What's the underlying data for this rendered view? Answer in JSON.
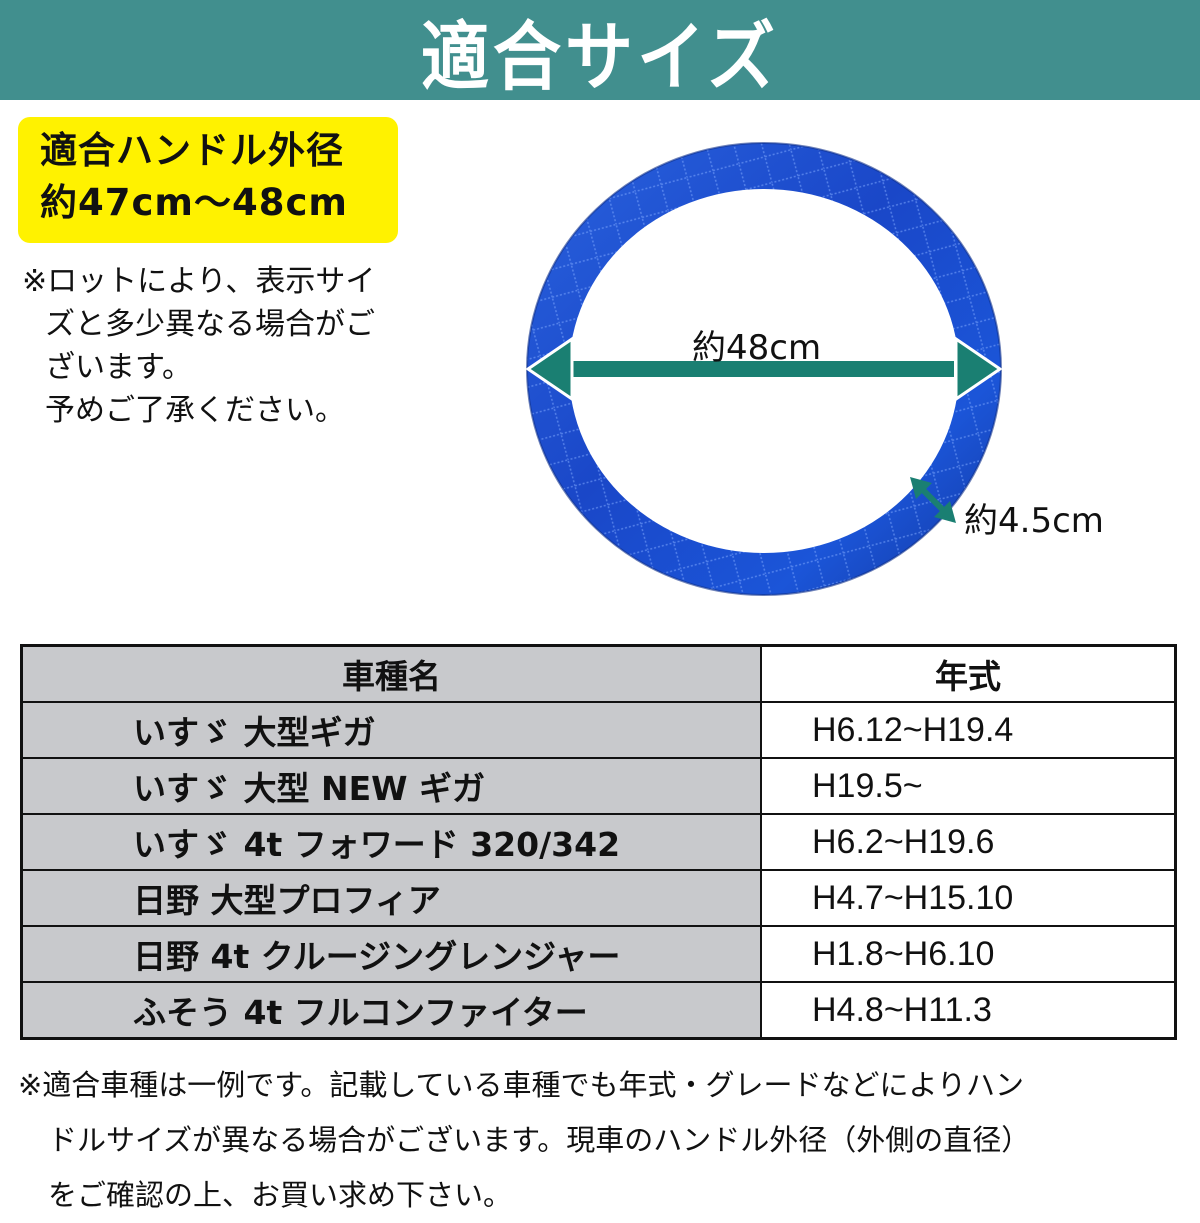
{
  "header": {
    "title": "適合サイズ",
    "background": "#418f8e"
  },
  "fit_box": {
    "line1": "適合ハンドル外径",
    "line2": "約47cm〜48cm",
    "background": "#fff200"
  },
  "lot_note": {
    "lines": [
      "※ロットにより、表示サイ",
      "ズと多少異なる場合がご",
      "ざいます。",
      "予めご了承ください。"
    ]
  },
  "product_image": {
    "subject": "blue quilted steering wheel cover",
    "ring_color": "#1a4fd0",
    "arrow_color": "#1a7f72",
    "diameter_label": "約48cm",
    "thickness_label": "約4.5cm"
  },
  "table": {
    "headers": {
      "name": "車種名",
      "year": "年式"
    },
    "rows": [
      {
        "name": "いすゞ 大型ギガ",
        "year": "H6.12~H19.4"
      },
      {
        "name": "いすゞ 大型 NEW ギガ",
        "year": "H19.5~"
      },
      {
        "name": "いすゞ 4t フォワード 320/342",
        "year": "H6.2~H19.6"
      },
      {
        "name": "日野 大型プロフィア",
        "year": "H4.7~H15.10"
      },
      {
        "name": "日野 4t クルージングレンジャー",
        "year": "H1.8~H6.10"
      },
      {
        "name": "ふそう 4t フルコンファイター",
        "year": "H4.8~H11.3"
      }
    ]
  },
  "footer_note": {
    "lines": [
      "※適合車種は一例です。記載している車種でも年式・グレードなどによりハン",
      "ドルサイズが異なる場合がございます。現車のハンドル外径（外側の直径）",
      "をご確認の上、お買い求め下さい。"
    ]
  }
}
